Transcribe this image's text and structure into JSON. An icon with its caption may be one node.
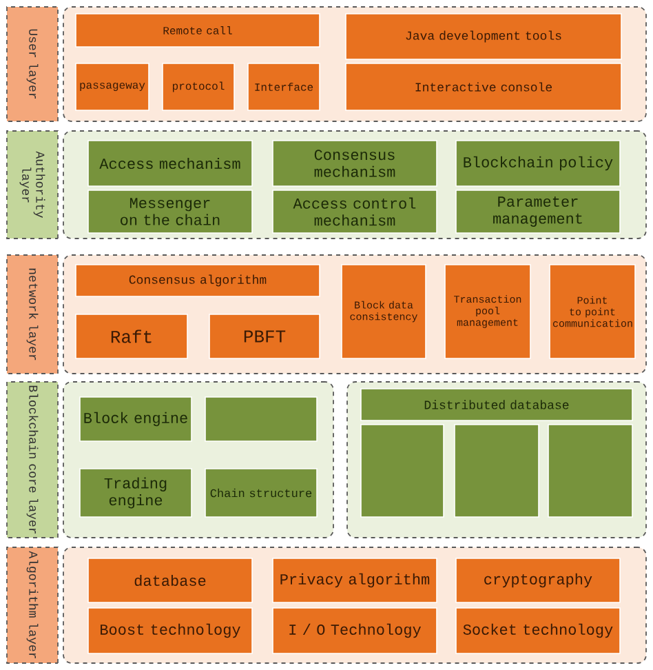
{
  "diagram": {
    "nodes": [
      {
        "text": [
          "User layer"
        ]
      },
      {
        "text": [],
        "shape": "box"
      },
      {
        "text": [
          "Remote call"
        ],
        "in": 1
      },
      {
        "text": [
          "Java development tools"
        ],
        "in": 1
      },
      {
        "text": [
          "passageway"
        ],
        "in": 1
      },
      {
        "text": [
          "protocol"
        ],
        "in": 1
      },
      {
        "text": [
          "Interface"
        ],
        "in": 1
      },
      {
        "text": [
          "Interactive console"
        ],
        "in": 1
      },
      {
        "text": [
          "Authority layer"
        ]
      },
      {
        "text": [],
        "shape": "box"
      },
      {
        "text": [
          "Access mechanism"
        ],
        "in": 9
      },
      {
        "text": [
          "Consensus mechanism"
        ],
        "in": 9
      },
      {
        "text": [
          "Blockchain policy"
        ],
        "in": 9
      },
      {
        "text": [
          "Messenger on the chain"
        ],
        "in": 9
      },
      {
        "text": [
          "Access control mechanism"
        ],
        "in": 9
      },
      {
        "text": [
          "Parameter management"
        ],
        "in": 9
      },
      {
        "text": [
          "network layer"
        ]
      },
      {
        "text": [],
        "shape": "box"
      },
      {
        "text": [
          "Consensus algorithm"
        ],
        "in": 17
      },
      {
        "text": [
          "Block data consistency"
        ],
        "in": 17
      },
      {
        "text": [
          "Transaction pool management"
        ],
        "in": 17
      },
      {
        "text": [
          "Point to point communication"
        ],
        "in": 17
      },
      {
        "text": [
          "Raft"
        ],
        "in": 17
      },
      {
        "text": [
          "PBFT"
        ],
        "in": 17
      },
      {
        "text": [
          "Blockchain core layer"
        ]
      },
      {
        "text": [],
        "shape": "box"
      },
      {
        "text": [
          "Block engine"
        ],
        "in": 25
      },
      {
        "text": [],
        "shape": "box",
        "in": 25
      },
      {
        "text": [
          "Trading engine"
        ],
        "in": 25
      },
      {
        "text": [
          "Chain structure"
        ],
        "in": 25
      },
      {
        "text": [],
        "shape": "box"
      },
      {
        "text": [
          "Distributed database"
        ],
        "in": 30
      },
      {
        "text": [],
        "shape": "box",
        "in": 30
      },
      {
        "text": [],
        "shape": "box",
        "in": 30
      },
      {
        "text": [],
        "shape": "box",
        "in": 30
      },
      {
        "text": [
          "Algorithm layer"
        ]
      },
      {
        "text": [],
        "shape": "box"
      },
      {
        "text": [
          "database"
        ],
        "in": 36
      },
      {
        "text": [
          "Privacy algorithm"
        ],
        "in": 36
      },
      {
        "text": [
          "cryptography"
        ],
        "in": 36
      },
      {
        "text": [
          "Boost technology"
        ],
        "in": 36
      },
      {
        "text": [
          "I / O Technology"
        ],
        "in": 36
      },
      {
        "text": [
          "Socket technology"
        ],
        "in": 36
      }
    ]
  }
}
